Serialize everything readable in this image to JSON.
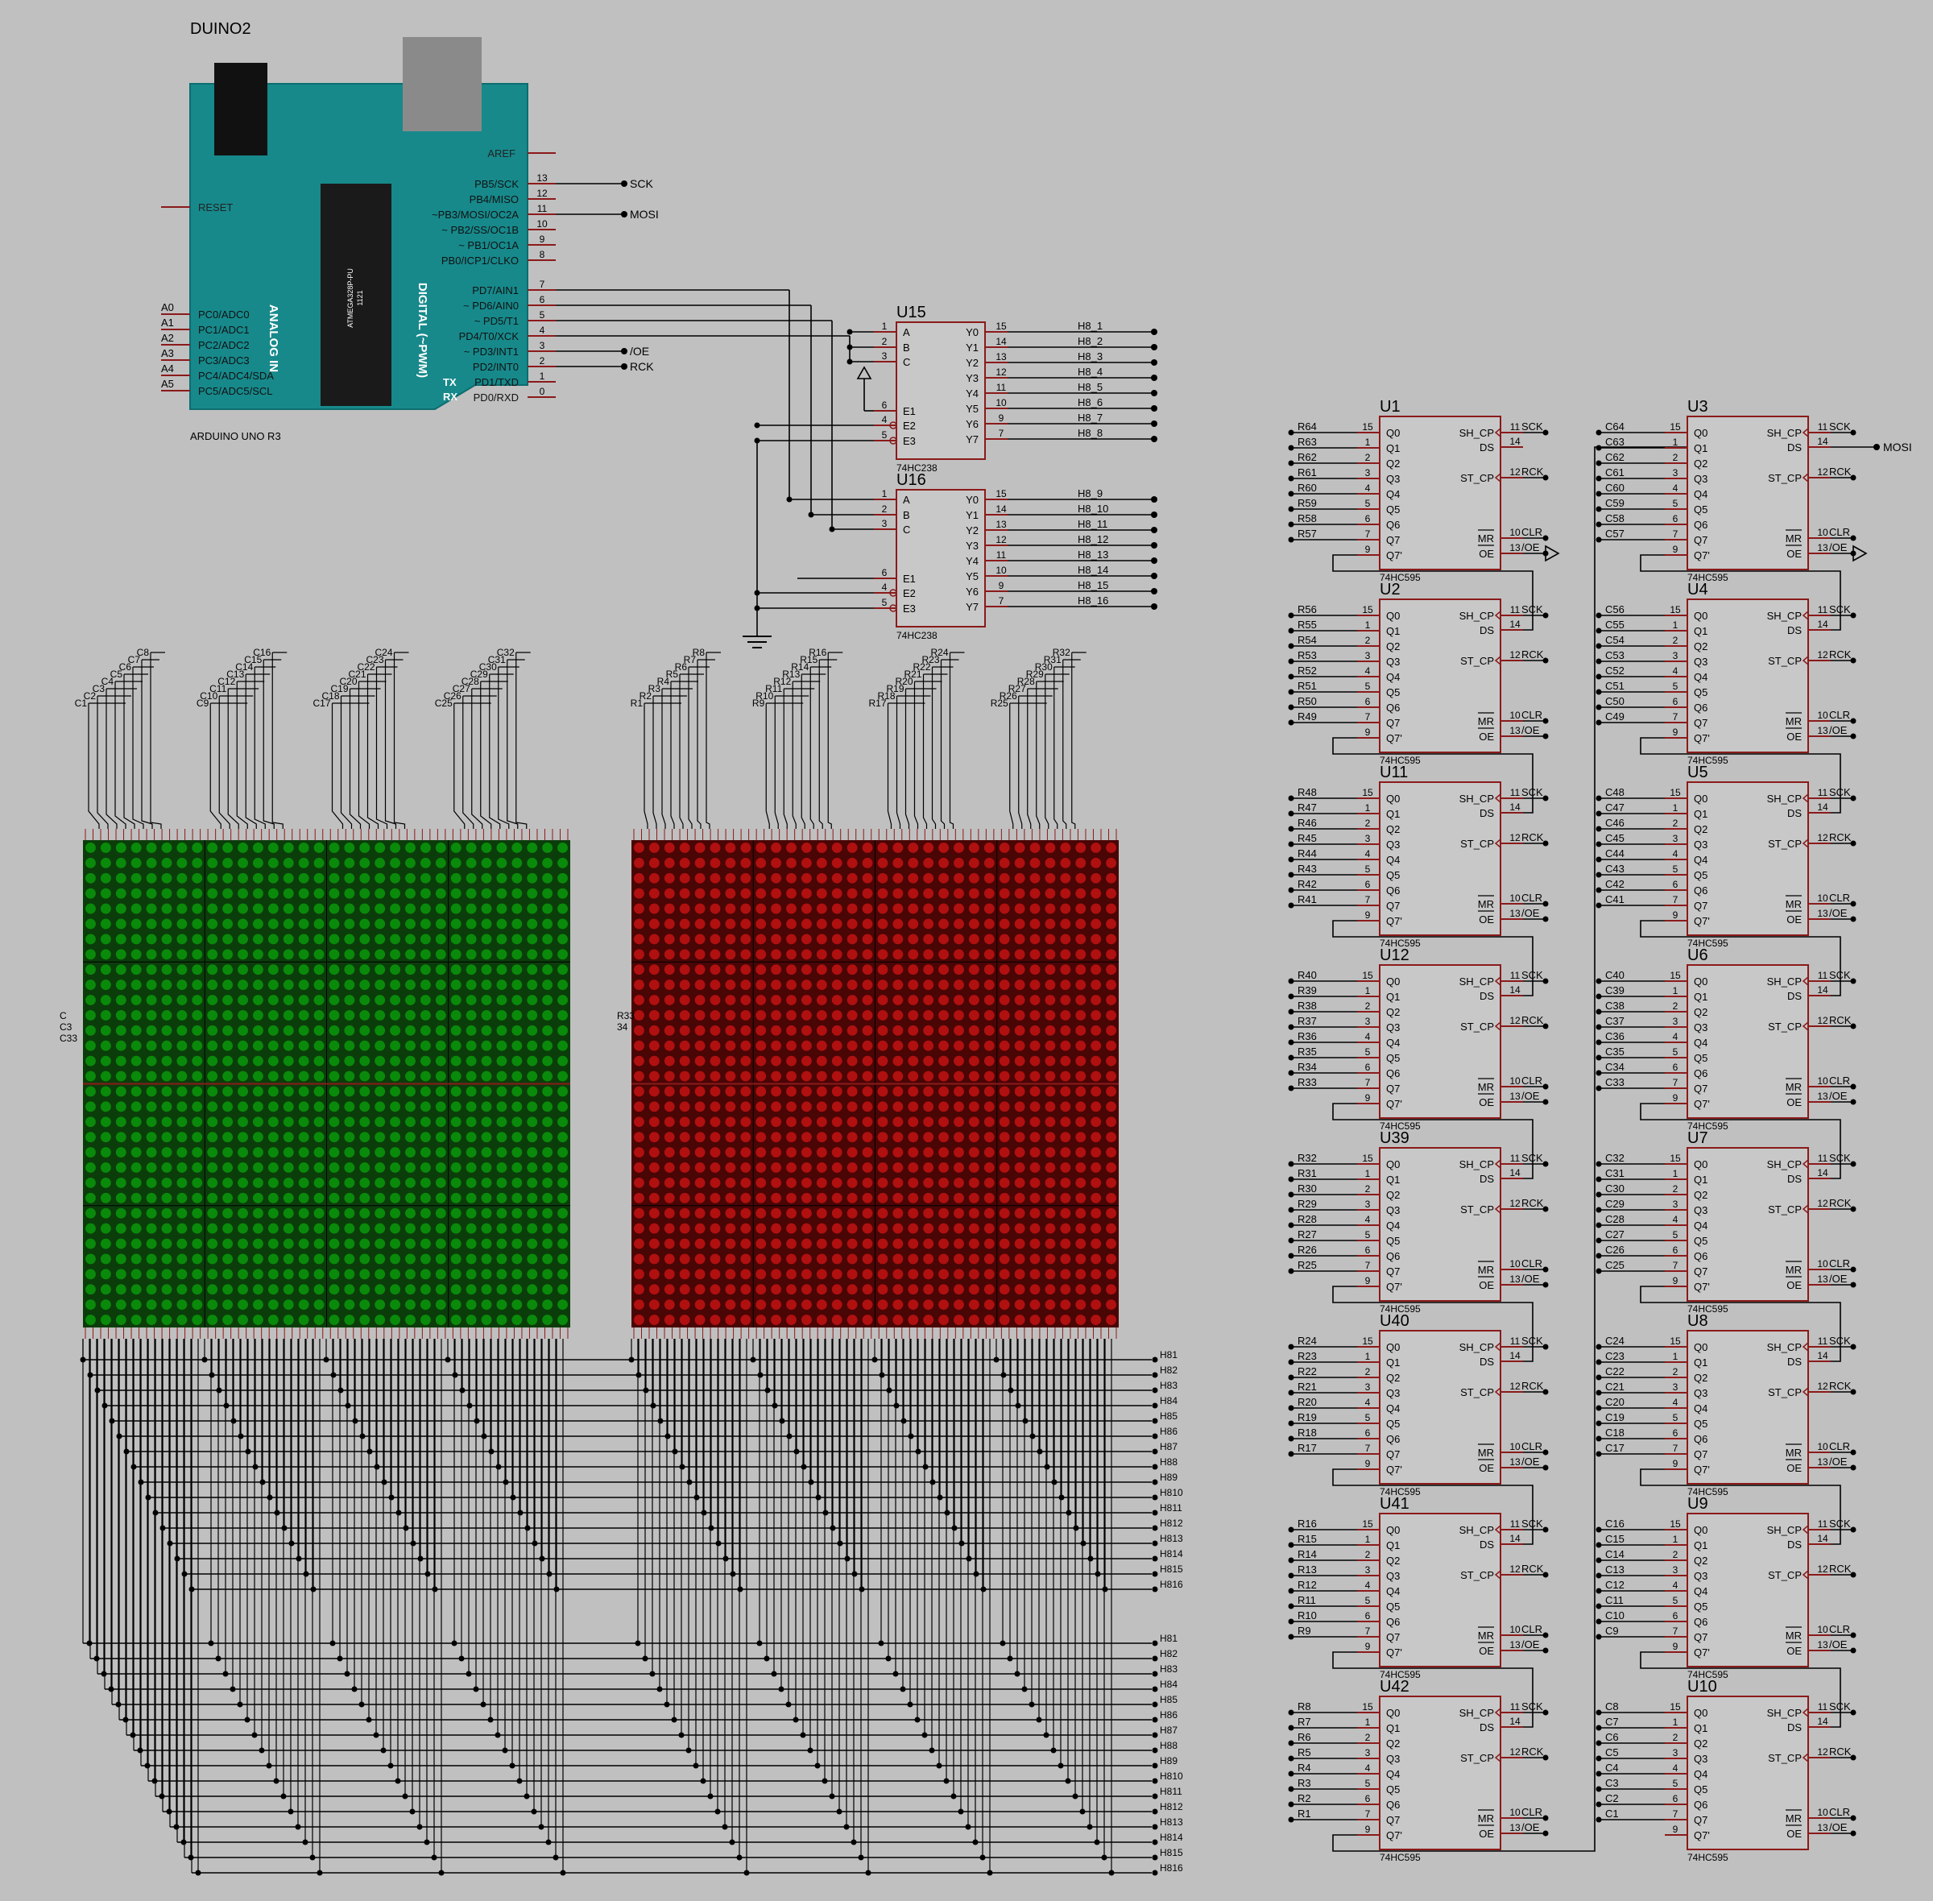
{
  "colors": {
    "background": "#c0c0c0",
    "wire": "#000000",
    "pin": "#8b1a1a",
    "chip_border": "#8b1a1a",
    "chip_fill": "#c8c8c8",
    "arduino_board": "#17898b",
    "arduino_edge": "#0d6d70",
    "chip_black": "#1a1a1a",
    "usb": "#8a8a8a",
    "led_green": "#0a8a0a",
    "led_green_bg": "#0b3d0b",
    "led_red": "#b01010",
    "led_red_bg": "#4a0505",
    "label": "#000000",
    "board_text": "#ffffff"
  },
  "arduino": {
    "title": "DUINO2",
    "model": "ARDUINO UNO R3",
    "mcu": "ATMEGA328P-PU",
    "mcu_small": "1121",
    "analog_label": "ANALOG IN",
    "digital_label": "DIGITAL (~PWM)",
    "tx": "TX",
    "rx": "RX",
    "reset": "RESET",
    "aref": "AREF",
    "analog_pins": [
      {
        "ext": "A0",
        "name": "PC0/ADC0"
      },
      {
        "ext": "A1",
        "name": "PC1/ADC1"
      },
      {
        "ext": "A2",
        "name": "PC2/ADC2"
      },
      {
        "ext": "A3",
        "name": "PC3/ADC3"
      },
      {
        "ext": "A4",
        "name": "PC4/ADC4/SDA"
      },
      {
        "ext": "A5",
        "name": "PC5/ADC5/SCL"
      }
    ],
    "digital_pins_top": [
      {
        "num": "13",
        "name": "PB5/SCK",
        "net": "SCK"
      },
      {
        "num": "12",
        "name": "PB4/MISO",
        "net": ""
      },
      {
        "num": "11",
        "name": "~PB3/MOSI/OC2A",
        "net": "MOSI"
      },
      {
        "num": "10",
        "name": "~ PB2/SS/OC1B",
        "net": ""
      },
      {
        "num": "9",
        "name": "~ PB1/OC1A",
        "net": ""
      },
      {
        "num": "8",
        "name": "PB0/ICP1/CLKO",
        "net": ""
      }
    ],
    "digital_pins_bottom": [
      {
        "num": "7",
        "name": "PD7/AIN1",
        "net": ""
      },
      {
        "num": "6",
        "name": "~ PD6/AIN0",
        "net": ""
      },
      {
        "num": "5",
        "name": "~ PD5/T1",
        "net": ""
      },
      {
        "num": "4",
        "name": "PD4/T0/XCK",
        "net": ""
      },
      {
        "num": "3",
        "name": "~ PD3/INT1",
        "net": "/OE"
      },
      {
        "num": "2",
        "name": "PD2/INT0",
        "net": "RCK"
      },
      {
        "num": "1",
        "name": "PD1/TXD",
        "net": ""
      },
      {
        "num": "0",
        "name": "PD0/RXD",
        "net": ""
      }
    ]
  },
  "decoders": [
    {
      "ref": "U15",
      "part": "74HC238",
      "outputs": [
        "H8_1",
        "H8_2",
        "H8_3",
        "H8_4",
        "H8_5",
        "H8_6",
        "H8_7",
        "H8_8"
      ]
    },
    {
      "ref": "U16",
      "part": "74HC238",
      "outputs": [
        "H8_9",
        "H8_10",
        "H8_11",
        "H8_12",
        "H8_13",
        "H8_14",
        "H8_15",
        "H8_16"
      ]
    }
  ],
  "decoder_pins": {
    "inputs": [
      {
        "num": "1",
        "name": "A"
      },
      {
        "num": "2",
        "name": "B"
      },
      {
        "num": "3",
        "name": "C"
      }
    ],
    "enables": [
      {
        "num": "6",
        "name": "E1"
      },
      {
        "num": "4",
        "name": "E2"
      },
      {
        "num": "5",
        "name": "E3"
      }
    ],
    "outputs": [
      {
        "name": "Y0",
        "num": "15"
      },
      {
        "name": "Y1",
        "num": "14"
      },
      {
        "name": "Y2",
        "num": "13"
      },
      {
        "name": "Y3",
        "num": "12"
      },
      {
        "name": "Y4",
        "num": "11"
      },
      {
        "name": "Y5",
        "num": "10"
      },
      {
        "name": "Y6",
        "num": "9"
      },
      {
        "name": "Y7",
        "num": "7"
      }
    ]
  },
  "shift_pins": {
    "outputs": [
      {
        "name": "Q0",
        "num": "15"
      },
      {
        "name": "Q1",
        "num": "1"
      },
      {
        "name": "Q2",
        "num": "2"
      },
      {
        "name": "Q3",
        "num": "3"
      },
      {
        "name": "Q4",
        "num": "4"
      },
      {
        "name": "Q5",
        "num": "5"
      },
      {
        "name": "Q6",
        "num": "6"
      },
      {
        "name": "Q7",
        "num": "7"
      },
      {
        "name": "Q7'",
        "num": "9"
      }
    ],
    "right": [
      {
        "name": "SH_CP",
        "num": "11",
        "net": "SCK"
      },
      {
        "name": "DS",
        "num": "14",
        "net": ""
      },
      {
        "name": "ST_CP",
        "num": "12",
        "net": "RCK"
      },
      {
        "name": "MR",
        "num": "10",
        "net": "CLR"
      },
      {
        "name": "OE",
        "num": "13",
        "net": "/OE"
      }
    ],
    "mosi": "MOSI"
  },
  "shift_left": [
    {
      "ref": "U1",
      "part": "74HC595",
      "nets": [
        "R64",
        "R63",
        "R62",
        "R61",
        "R60",
        "R59",
        "R58",
        "R57"
      ]
    },
    {
      "ref": "U2",
      "part": "74HC595",
      "nets": [
        "R56",
        "R55",
        "R54",
        "R53",
        "R52",
        "R51",
        "R50",
        "R49"
      ]
    },
    {
      "ref": "U11",
      "part": "74HC595",
      "nets": [
        "R48",
        "R47",
        "R46",
        "R45",
        "R44",
        "R43",
        "R42",
        "R41"
      ]
    },
    {
      "ref": "U12",
      "part": "74HC595",
      "nets": [
        "R40",
        "R39",
        "R38",
        "R37",
        "R36",
        "R35",
        "R34",
        "R33"
      ]
    },
    {
      "ref": "U39",
      "part": "74HC595",
      "nets": [
        "R32",
        "R31",
        "R30",
        "R29",
        "R28",
        "R27",
        "R26",
        "R25"
      ]
    },
    {
      "ref": "U40",
      "part": "74HC595",
      "nets": [
        "R24",
        "R23",
        "R22",
        "R21",
        "R20",
        "R19",
        "R18",
        "R17"
      ]
    },
    {
      "ref": "U41",
      "part": "74HC595",
      "nets": [
        "R16",
        "R15",
        "R14",
        "R13",
        "R12",
        "R11",
        "R10",
        "R9"
      ]
    },
    {
      "ref": "U42",
      "part": "74HC595",
      "nets": [
        "R8",
        "R7",
        "R6",
        "R5",
        "R4",
        "R3",
        "R2",
        "R1"
      ]
    }
  ],
  "shift_right": [
    {
      "ref": "U3",
      "part": "74HC595",
      "nets": [
        "C64",
        "C63",
        "C62",
        "C61",
        "C60",
        "C59",
        "C58",
        "C57"
      ]
    },
    {
      "ref": "U4",
      "part": "74HC595",
      "nets": [
        "C56",
        "C55",
        "C54",
        "C53",
        "C52",
        "C51",
        "C50",
        "C49"
      ]
    },
    {
      "ref": "U5",
      "part": "74HC595",
      "nets": [
        "C48",
        "C47",
        "C46",
        "C45",
        "C44",
        "C43",
        "C42",
        "C41"
      ]
    },
    {
      "ref": "U6",
      "part": "74HC595",
      "nets": [
        "C40",
        "C39",
        "C38",
        "C37",
        "C36",
        "C35",
        "C34",
        "C33"
      ]
    },
    {
      "ref": "U7",
      "part": "74HC595",
      "nets": [
        "C32",
        "C31",
        "C30",
        "C29",
        "C28",
        "C27",
        "C26",
        "C25"
      ]
    },
    {
      "ref": "U8",
      "part": "74HC595",
      "nets": [
        "C24",
        "C23",
        "C22",
        "C21",
        "C20",
        "C19",
        "C18",
        "C17"
      ]
    },
    {
      "ref": "U9",
      "part": "74HC595",
      "nets": [
        "C16",
        "C15",
        "C14",
        "C13",
        "C12",
        "C11",
        "C10",
        "C9"
      ]
    },
    {
      "ref": "U10",
      "part": "74HC595",
      "nets": [
        "C8",
        "C7",
        "C6",
        "C5",
        "C4",
        "C3",
        "C2",
        "C1"
      ]
    }
  ],
  "matrix_green": {
    "col_labels": [
      "C1",
      "C2",
      "C3",
      "C4",
      "C5",
      "C6",
      "C7",
      "C8",
      "C9",
      "C10",
      "C11",
      "C12",
      "C13",
      "C14",
      "C15",
      "C16",
      "C17",
      "C18",
      "C19",
      "C20",
      "C21",
      "C22",
      "C23",
      "C24",
      "C25",
      "C26",
      "C27",
      "C28",
      "C29",
      "C30",
      "C31",
      "C32"
    ],
    "side_labels": [
      "C",
      "C3",
      "C33"
    ]
  },
  "matrix_red": {
    "col_labels": [
      "R1",
      "R2",
      "R3",
      "R4",
      "R5",
      "R6",
      "R7",
      "R8",
      "R9",
      "R10",
      "R11",
      "R12",
      "R13",
      "R14",
      "R15",
      "R16",
      "R17",
      "R18",
      "R19",
      "R20",
      "R21",
      "R22",
      "R23",
      "R24",
      "R25",
      "R26",
      "R27",
      "R28",
      "R29",
      "R30",
      "R31",
      "R32"
    ],
    "side_labels": [
      "R33",
      "34"
    ]
  },
  "row_bus_upper": [
    "H8_1",
    "H8_2",
    "H8_3",
    "H8_4",
    "H8_5",
    "H8_6",
    "H8_7",
    "H8_8",
    "H8_9",
    "H8_10",
    "H8_11",
    "H8_12",
    "H8_13",
    "H8_14",
    "H8_15",
    "H8_16"
  ],
  "row_bus_lower": [
    "H8_1",
    "H8_2",
    "H8_3",
    "H8_4",
    "H8_5",
    "H8_6",
    "H8_7",
    "H8_8",
    "H8_9",
    "H8_10",
    "H8_11",
    "H8_12",
    "H8_13",
    "H8_14",
    "H8_15",
    "H8_16"
  ]
}
